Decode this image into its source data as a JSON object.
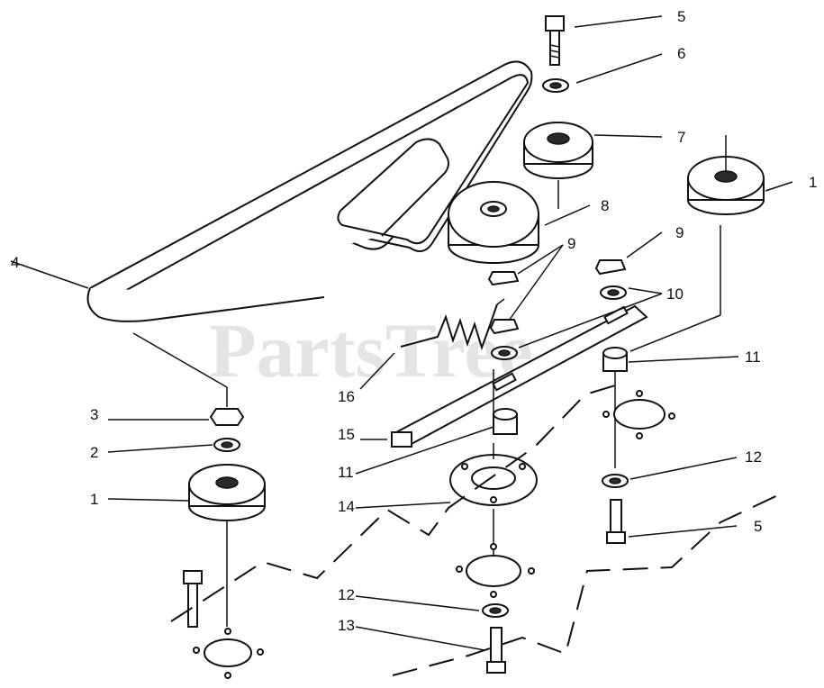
{
  "watermark": "PartsTree",
  "callouts": {
    "c1_right": "1",
    "c1_left": "1",
    "c2": "2",
    "c3": "3",
    "c4": "4",
    "c5_top": "5",
    "c5_bottom": "5",
    "c6": "6",
    "c7": "7",
    "c8": "8",
    "c9_left": "9",
    "c9_right": "9",
    "c10": "10",
    "c11_right": "11",
    "c11_left": "11",
    "c12_right": "12",
    "c12_bottom": "12",
    "c13": "13",
    "c14": "14",
    "c15": "15",
    "c16": "16"
  }
}
